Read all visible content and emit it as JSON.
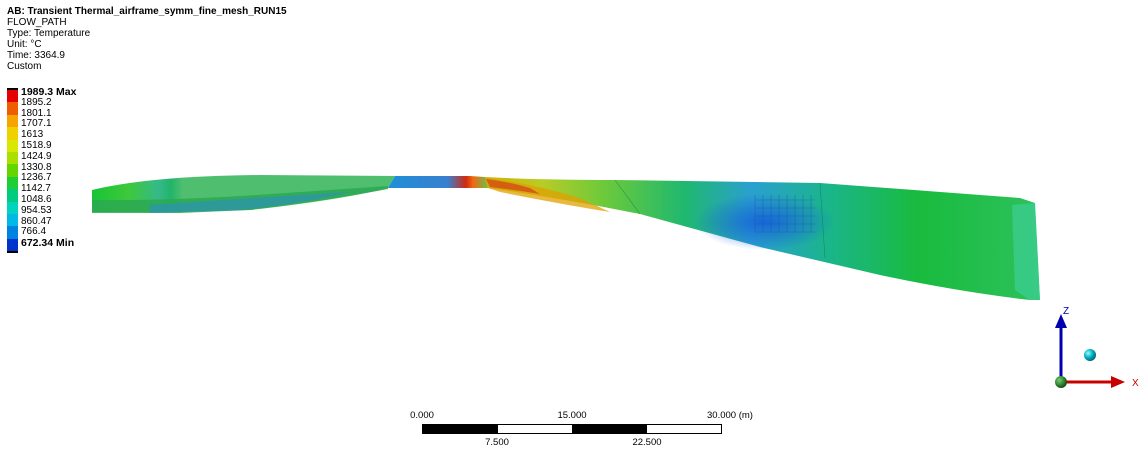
{
  "info": {
    "title": "AB: Transient Thermal_airframe_symm_fine_mesh_RUN15",
    "object": "FLOW_PATH",
    "type": "Type: Temperature",
    "unit": "Unit: °C",
    "time": "Time: 3364.9",
    "custom": "Custom"
  },
  "legend": {
    "max_label": "1989.3 Max",
    "min_label": "672.34 Min",
    "values": [
      "1895.2",
      "1801.1",
      "1707.1",
      "1613",
      "1518.9",
      "1424.9",
      "1330.8",
      "1236.7",
      "1142.7",
      "1048.6",
      "954.53",
      "860.47",
      "766.4"
    ],
    "colors": [
      "#e60000",
      "#f05d00",
      "#f5a400",
      "#f0d100",
      "#d9e800",
      "#a9e000",
      "#63d600",
      "#1fce37",
      "#00cc7f",
      "#00d4c1",
      "#00b9e6",
      "#0083e0",
      "#0033cc"
    ]
  },
  "scale": {
    "top_ticks": [
      "0.000",
      "15.000",
      "30.000 (m)"
    ],
    "bottom_ticks": [
      "7.500",
      "22.500"
    ]
  },
  "triad": {
    "z_label": "Z",
    "x_label": "X",
    "z_color": "#0000b0",
    "x_color": "#c80000",
    "origin_color": "#1a7a1a",
    "sphere_color": "#00b8c8"
  }
}
